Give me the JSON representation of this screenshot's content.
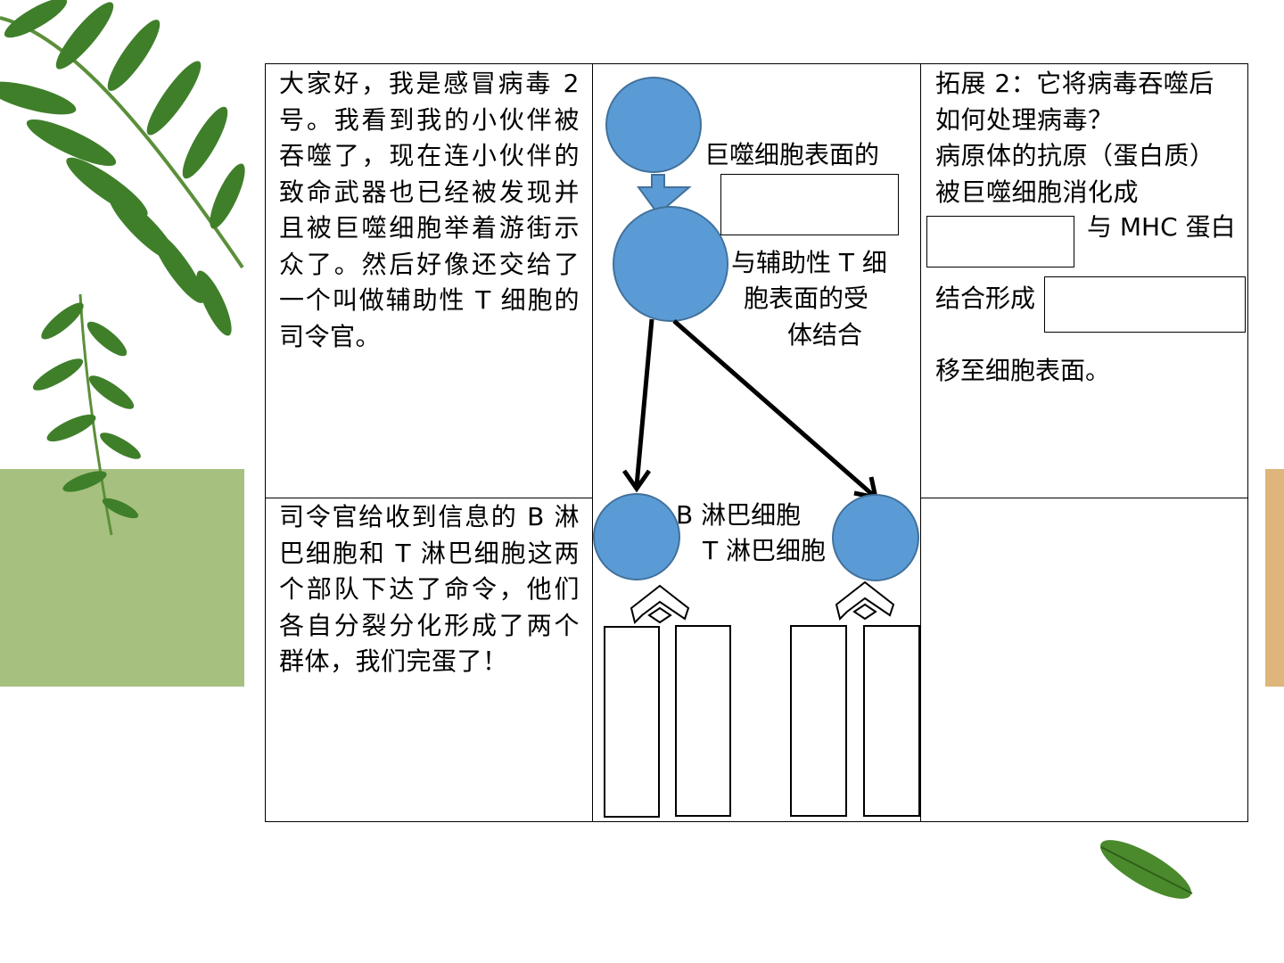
{
  "colors": {
    "cell_blue": "#5b9bd5",
    "cell_blue_stroke": "#41719c",
    "leaf_green": "#3f7f2a",
    "left_block_green": "#a6c17f",
    "right_block_tan": "#deb57a"
  },
  "icons": [
    "fern-leaves-icon",
    "small-leaf-icon",
    "arrow-down-icon",
    "split-arrow-icon"
  ],
  "story": {
    "panel1": "大家好，我是感冒病毒 2 号。我看到我的小伙伴被吞噬了，现在连小伙伴的致命武器也已经被发现并且被巨噬细胞举着游街示众了。然后好像还交给了一个叫做辅助性 T 细胞的司令官。",
    "panel2": "司令官给收到信息的 B 淋巴细胞和 T 淋巴细胞这两个部队下达了命令，他们各自分裂分化形成了两个群体，我们完蛋了！"
  },
  "diagram": {
    "label_surface": "巨噬细胞表面的",
    "label_bind_1": "与辅助性 T 细",
    "label_bind_2": "胞表面的受",
    "label_bind_3": "体结合",
    "label_b_cell": "B 淋巴细胞",
    "label_t_cell": "T 淋巴细胞"
  },
  "extension": {
    "line1": "拓展 2：它将病毒吞噬后如何处理病毒？",
    "line2": "病原体的抗原（蛋白质）被巨噬细胞消化成",
    "line3": "与 MHC 蛋白",
    "line4": "结合形成",
    "line5": "移至细胞表面。"
  }
}
